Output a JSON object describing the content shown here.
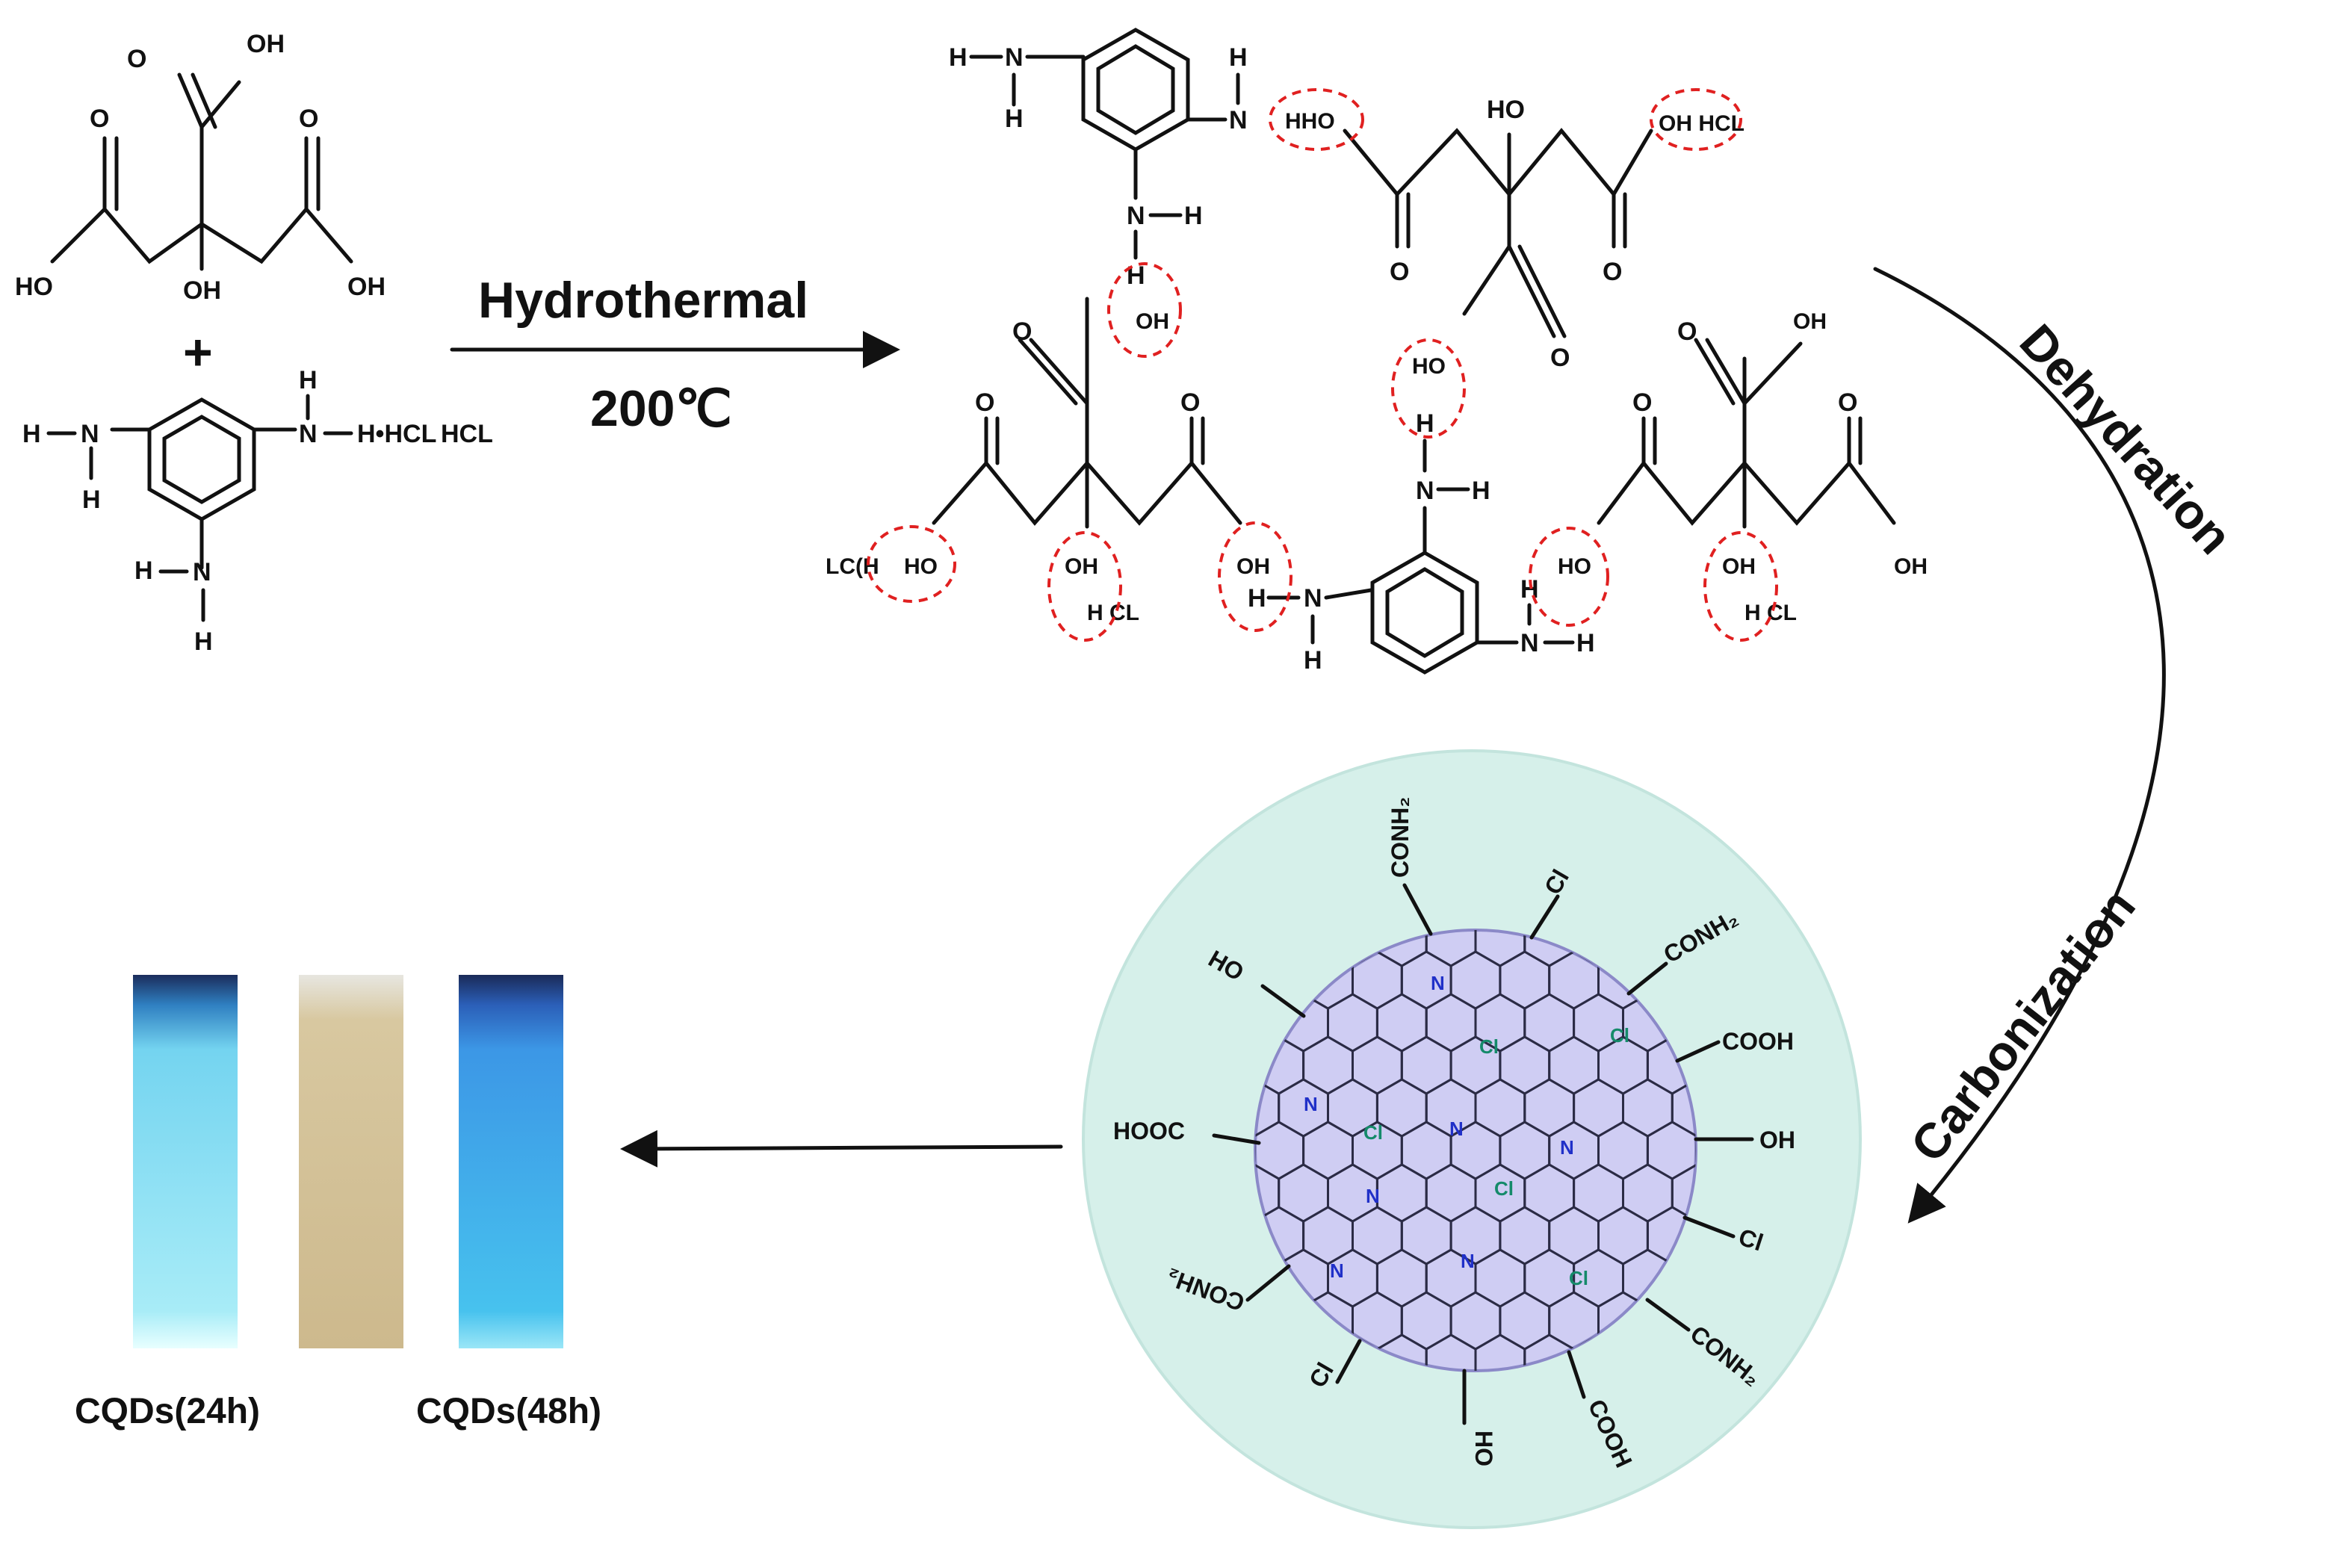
{
  "reaction": {
    "plus": "+",
    "condition_top": "Hydrothermal",
    "condition_bottom": "200℃"
  },
  "steps": {
    "dehydration": "Dehydration",
    "carbonization": "Carbonization"
  },
  "labels": {
    "HO": "HO",
    "OH": "OH",
    "O": "O",
    "N": "N",
    "H": "H",
    "HCL": "HCL",
    "H_HCL": "H•HCL",
    "HHO": "HHO",
    "LCH": "LC(H",
    "HCL2": "H CL",
    "OH_HCL": "OH  HCL"
  },
  "dot": {
    "groups": {
      "conh2": "CONH₂",
      "cl": "Cl",
      "cooh": "COOH",
      "oh": "OH",
      "ho": "HO",
      "hooc": "HOOC",
      "n": "N"
    },
    "colors": {
      "outer": "#d6f0ea",
      "core": "#cfcdf3",
      "n": "#2030c8",
      "cl": "#158a6a"
    }
  },
  "samples": {
    "label_1": "CQDs(24h)",
    "label_2": "CQDs(48h)",
    "colors": {
      "uv_24h": "#6fd6ee",
      "daylight": "#d8c69c",
      "uv_48h": "#3a9ee6"
    }
  }
}
